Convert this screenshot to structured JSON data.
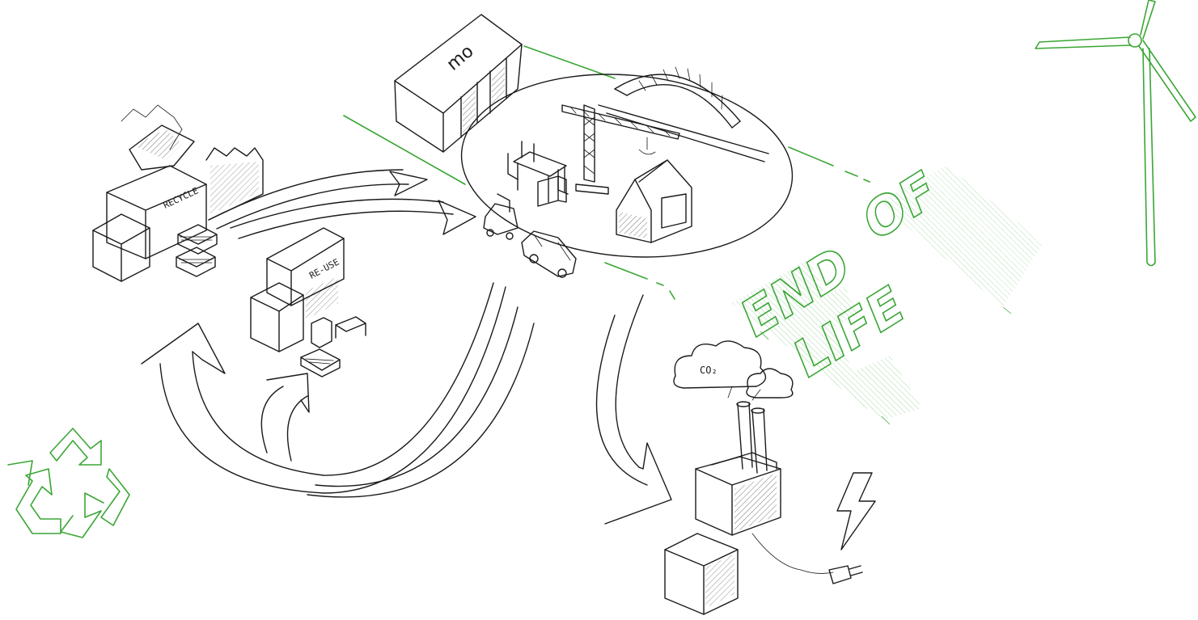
{
  "recycle_building": {
    "sign": "RECYCLE"
  },
  "reuse_building": {
    "sign": "RE-USE"
  },
  "company_building": {
    "logo": "mo"
  },
  "emission_cloud": {
    "label": "CO₂"
  },
  "end_of_life": {
    "word_end": "END",
    "word_of": "OF",
    "word_life": "LIFE"
  },
  "colors": {
    "ink": "#1a1a1a",
    "accent": "#3aa635"
  },
  "icons": [
    "recycle-symbol-icon",
    "wind-turbine-icon",
    "lightning-bolt-icon",
    "power-plug-icon",
    "crane-icon",
    "bridge-icon",
    "van-icon",
    "forklift-icon"
  ]
}
